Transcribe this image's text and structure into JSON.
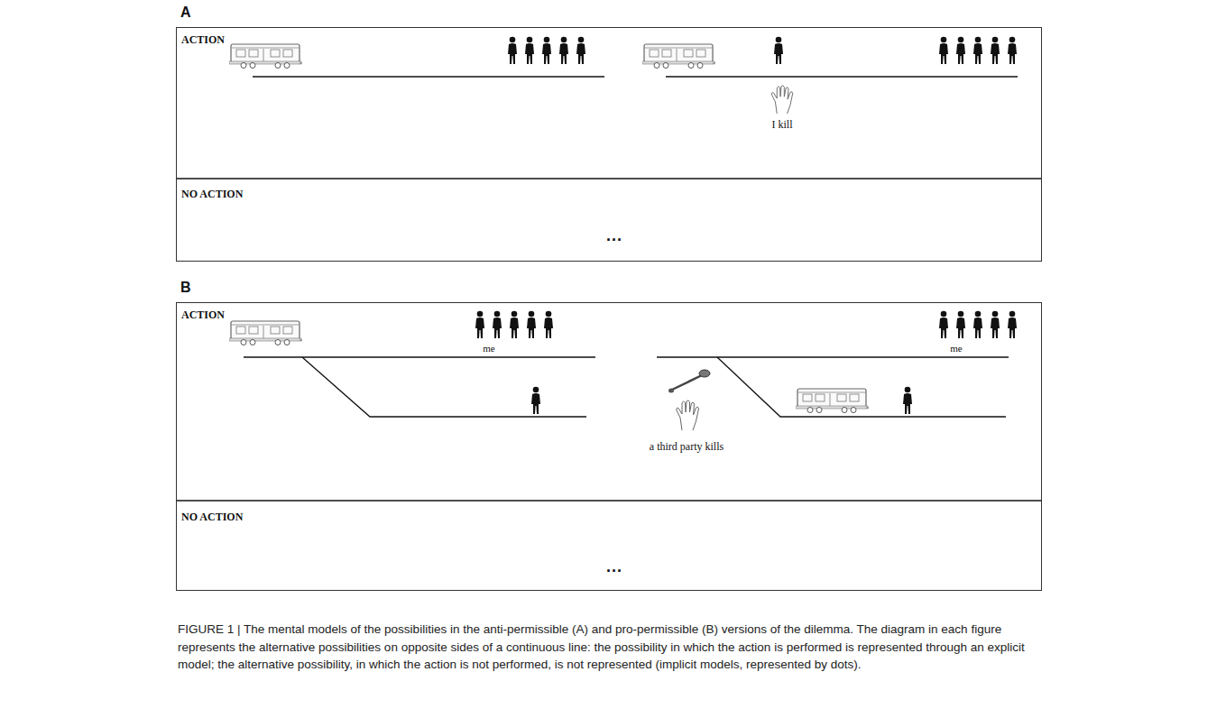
{
  "diagram": {
    "caption": "FIGURE 1 | The mental models of the possibilities in the anti-permissible (A) and pro-permissible (B) versions of the dilemma. The diagram in each figure represents the alternative possibilities on opposite sides of a continuous line: the possibility in which the action is performed is represented through an explicit model; the alternative possibility, in which the action is not performed, is not represented (implicit models, represented by dots).",
    "nodes": [
      {
        "text": [
          "A",
          "ACTION",
          "I kill",
          "NO ACTION",
          "..."
        ]
      },
      {
        "text": [
          "B",
          "ACTION",
          "me",
          "me",
          "a third party kills",
          "NO ACTION",
          "..."
        ]
      }
    ]
  }
}
